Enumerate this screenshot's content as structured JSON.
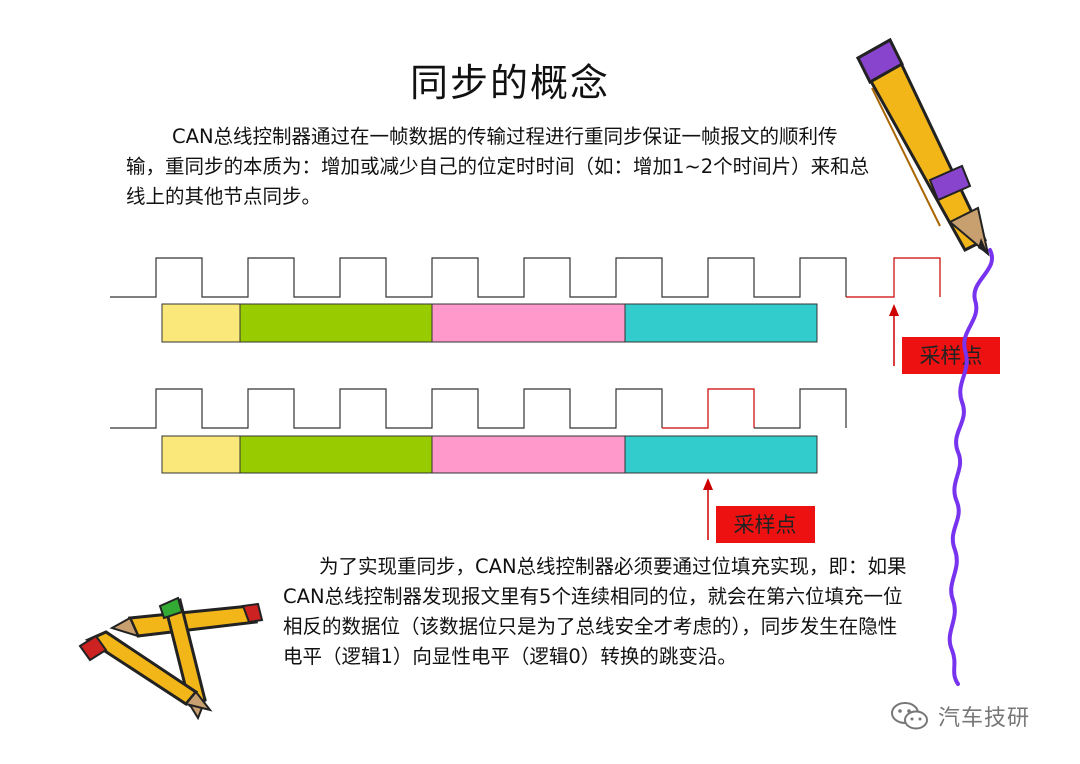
{
  "title": "同步的概念",
  "paragraph1": "CAN总线控制器通过在一帧数据的传输过程进行重同步保证一帧报文的顺利传输，重同步的本质为：增加或减少自己的位定时时间（如：增加1~2个时间片）来和总线上的其他节点同步。",
  "paragraph2": "为了实现重同步，CAN总线控制器必须要通过位填充实现，即：如果CAN总线控制器发现报文里有5个连续相同的位，就会在第六位填充一位相反的数据位（该数据位只是为了总线安全才考虑的），同步发生在隐性电平（逻辑1）向显性电平（逻辑0）转换的跳变沿。",
  "sample_label_1": "采样点",
  "sample_label_2": "采样点",
  "watermark": "汽车技研",
  "colors": {
    "segment_sync": "#fbe87a",
    "segment_prop": "#99cc00",
    "segment_phase1": "#ff99cc",
    "segment_phase2": "#33cccc",
    "highlight": "#cc0000",
    "label_bg": "#ee1111"
  },
  "icons": [
    "pencil-icon",
    "crossed-pencils-icon",
    "wechat-icon"
  ]
}
